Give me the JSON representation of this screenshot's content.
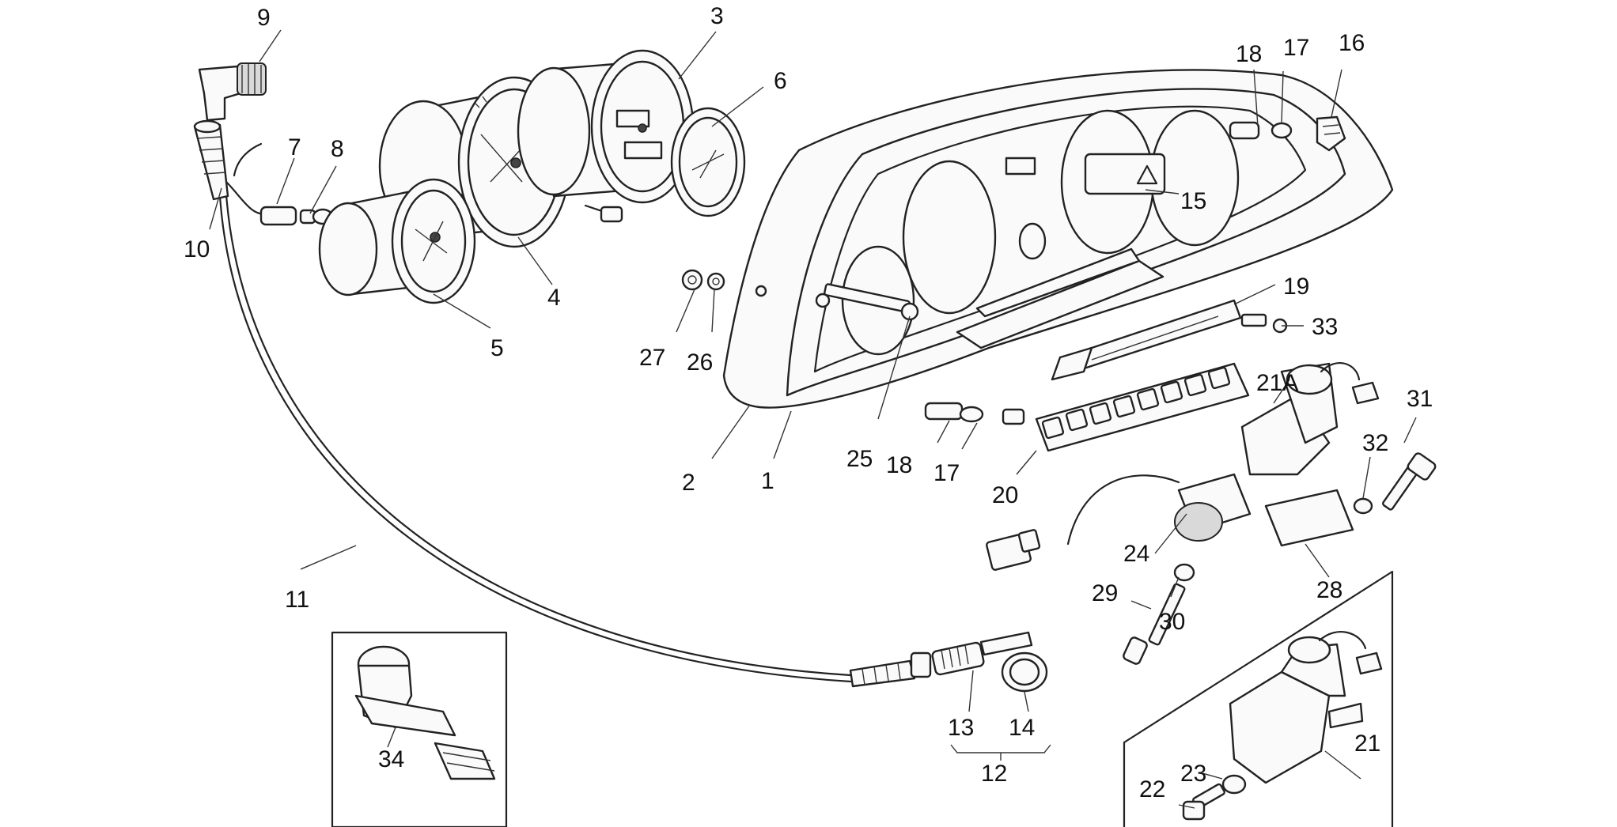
{
  "colors": {
    "line": "#222222",
    "background": "#ffffff",
    "label": "#111111"
  },
  "labels": {
    "p1": "1",
    "p2": "2",
    "p3": "3",
    "p4": "4",
    "p5": "5",
    "p6": "6",
    "p7": "7",
    "p8": "8",
    "p9": "9",
    "p10": "10",
    "p11": "11",
    "p12": "12",
    "p13": "13",
    "p14": "14",
    "p15": "15",
    "p16": "16",
    "p17a": "17",
    "p17b": "17",
    "p18a": "18",
    "p18b": "18",
    "p19": "19",
    "p20": "20",
    "p21": "21",
    "p21a": "21A",
    "p22": "22",
    "p23": "23",
    "p24": "24",
    "p25": "25",
    "p26": "26",
    "p27": "27",
    "p28": "28",
    "p29": "29",
    "p30": "30",
    "p31": "31",
    "p32": "32",
    "p33": "33",
    "p34": "34"
  }
}
